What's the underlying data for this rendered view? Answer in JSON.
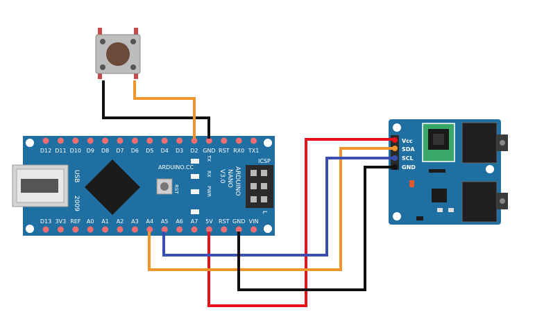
{
  "nano": {
    "top_pins": [
      "D12",
      "D11",
      "D10",
      "D9",
      "D8",
      "D7",
      "D6",
      "D5",
      "D4",
      "D3",
      "D2",
      "GND",
      "RST",
      "RX0",
      "TX1"
    ],
    "bottom_pins": [
      "D13",
      "3V3",
      "REF",
      "A0",
      "A1",
      "A2",
      "A3",
      "A4",
      "A5",
      "A6",
      "A7",
      "5V",
      "RST",
      "GND",
      "VIN"
    ],
    "usb_label": "USB",
    "year_label": "2009",
    "site_label": "ARDUINO.CC",
    "rst_label": "RST",
    "led_labels": [
      "TX",
      "RX",
      "PWR",
      "L"
    ],
    "name_lines": [
      "ARDUINO",
      "NANO",
      "V3.0"
    ],
    "icsp_label": "ICSP"
  },
  "module": {
    "pin_labels": [
      "Vcc",
      "SDA",
      "SCL",
      "GND"
    ]
  },
  "wires": [
    {
      "from": "button",
      "to": "D2",
      "color": "#f0952e"
    },
    {
      "from": "button",
      "to": "GND (top)",
      "color": "#111111"
    },
    {
      "from": "5V",
      "to": "Vcc",
      "color": "#e8101a"
    },
    {
      "from": "A4",
      "to": "SDA",
      "color": "#f0952e"
    },
    {
      "from": "A5",
      "to": "SCL",
      "color": "#3a4fb0"
    },
    {
      "from": "GND (bottom)",
      "to": "GND",
      "color": "#111111"
    }
  ],
  "colors": {
    "board": "#1f6fa3",
    "pad": "#f26d6d",
    "wire_red": "#e8101a",
    "wire_orange": "#f0952e",
    "wire_blue": "#3a4fb0",
    "wire_black": "#111111"
  }
}
